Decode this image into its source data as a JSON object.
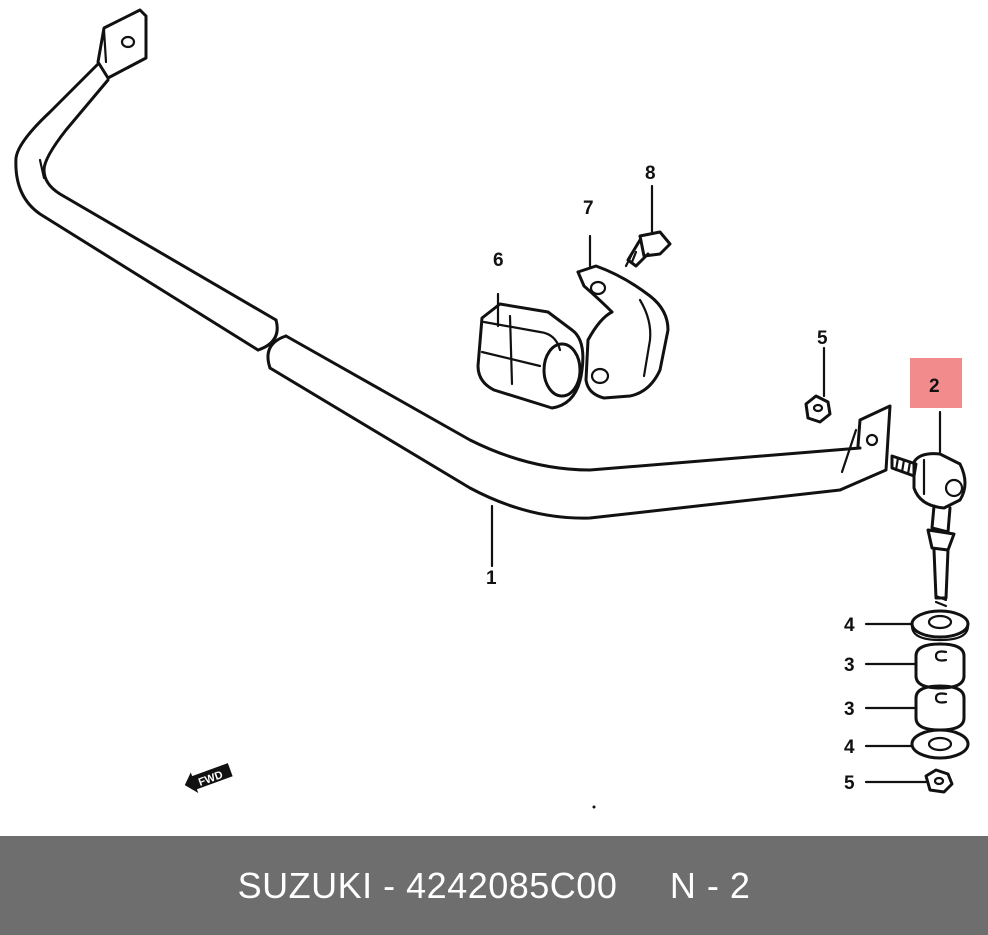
{
  "diagram": {
    "labels": {
      "p1": "1",
      "p2": "2",
      "p3a": "3",
      "p3b": "3",
      "p4a": "4",
      "p4b": "4",
      "p5a": "5",
      "p5b": "5",
      "p6": "6",
      "p7": "7",
      "p8": "8"
    },
    "fwd_label": "FWD",
    "highlight_color": "#f28b8b"
  },
  "footer": {
    "text": "SUZUKI - 4242085C00     N - 2",
    "background": "#6e6e6e"
  }
}
